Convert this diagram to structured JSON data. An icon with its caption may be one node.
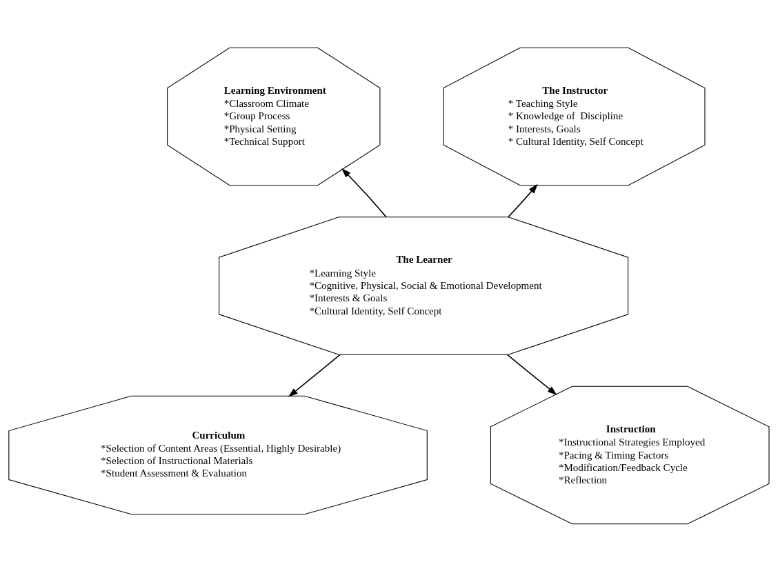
{
  "diagram": {
    "nodes": [
      {
        "text": [
          "Learning Environment",
          "*Classroom Climate",
          "*Group Process",
          "*Physical Setting",
          "*Technical Support"
        ]
      },
      {
        "text": [
          "The Instructor",
          "* Teaching Style",
          "* Knowledge of  Discipline",
          "* Interests, Goals",
          "* Cultural Identity, Self Concept"
        ]
      },
      {
        "text": [
          "The Learner",
          "*Learning Style",
          "*Cognitive, Physical, Social & Emotional Development",
          "*Interests & Goals",
          "*Cultural Identity, Self Concept"
        ]
      },
      {
        "text": [
          "Curriculum",
          "*Selection of Content Areas (Essential, Highly Desirable)",
          "*Selection of Instructional Materials",
          "*Student Assessment & Evaluation"
        ]
      },
      {
        "text": [
          "Instruction",
          "*Instructional Strategies Employed",
          "*Pacing & Timing Factors",
          "*Modification/Feedback Cycle",
          "*Reflection"
        ]
      }
    ],
    "edges": [
      {
        "from": 2,
        "to": 0,
        "arrow": "to"
      },
      {
        "from": 2,
        "to": 1,
        "arrow": "to"
      },
      {
        "from": 2,
        "to": 3,
        "arrow": "to"
      },
      {
        "from": 2,
        "to": 4,
        "arrow": "to"
      }
    ]
  }
}
